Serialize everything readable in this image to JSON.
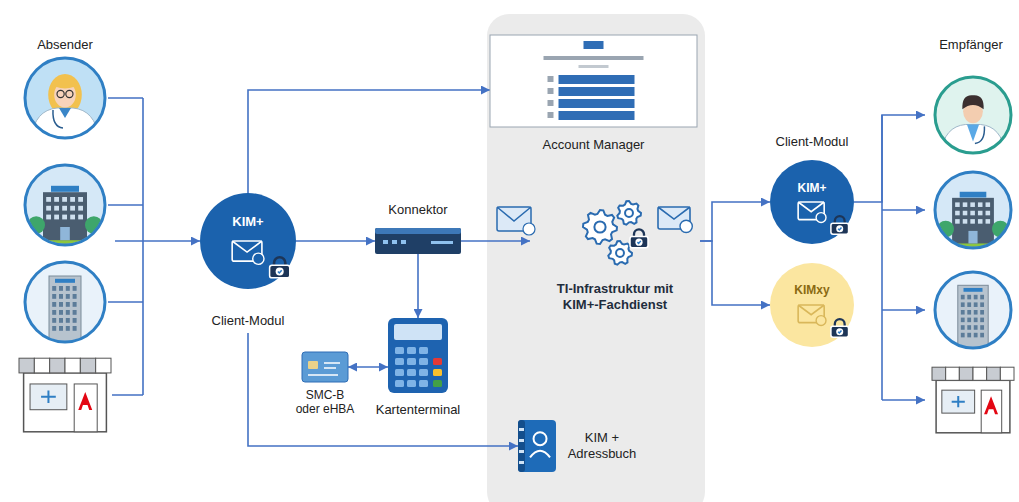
{
  "diagram": {
    "nodes": [
      {
        "text": [
          "Absender"
        ]
      },
      {
        "text": [
          "KIM+",
          "Client-Modul"
        ]
      },
      {
        "text": [
          "Account Manager"
        ]
      },
      {
        "text": [
          "Konnektor"
        ]
      },
      {
        "text": [
          "TI-Infrastruktur mit KIM+-Fachdienst"
        ]
      },
      {
        "text": [
          "SMC-B oder eHBA"
        ]
      },
      {
        "text": [
          "Kartenterminal"
        ]
      },
      {
        "text": [
          "KIM + Adressbuch"
        ]
      },
      {
        "text": [
          "Client-Modul",
          "KIM+"
        ]
      },
      {
        "text": [
          "KIMxy"
        ]
      },
      {
        "text": [
          "Empfänger"
        ]
      }
    ],
    "edges": [
      {
        "from": 0,
        "to": 1,
        "arrow": "to"
      },
      {
        "from": 1,
        "to": 2,
        "arrow": "to"
      },
      {
        "from": 1,
        "to": 3,
        "arrow": "to"
      },
      {
        "from": 1,
        "to": 7,
        "arrow": "to"
      },
      {
        "from": 3,
        "to": 6,
        "arrow": "to"
      },
      {
        "from": 5,
        "to": 6,
        "arrow": "both"
      },
      {
        "from": 3,
        "to": 4,
        "arrow": "to"
      },
      {
        "from": 4,
        "to": 8,
        "arrow": "to"
      },
      {
        "from": 4,
        "to": 9,
        "arrow": "to"
      },
      {
        "from": 8,
        "to": 10,
        "arrow": "to"
      }
    ]
  }
}
